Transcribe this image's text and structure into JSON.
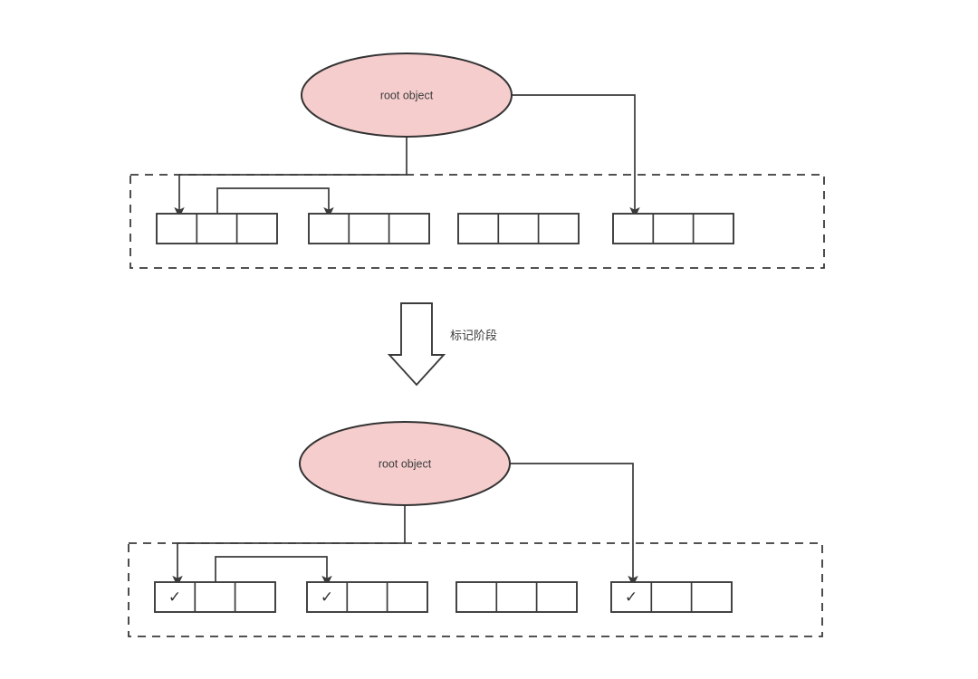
{
  "diagram": {
    "title": "",
    "background": "#ffffff",
    "palette": {
      "ellipse_fill": "#f6cdcd",
      "ellipse_stroke": "#333333",
      "box_stroke": "#3a3a3a",
      "dashed_stroke": "#3a3a3a",
      "connector_stroke": "#3a3a3a",
      "text": "#3d3d3d",
      "check_color": "#2f2f2f"
    },
    "phase_arrow": {
      "label": "标记阶段",
      "icon": "down-block-arrow-icon"
    },
    "stages": [
      {
        "id": "before-mark",
        "root": {
          "label": "root object"
        },
        "heap": {
          "name": "heap-region",
          "groups": [
            {
              "id": "g1",
              "cells": [
                {
                  "mark": ""
                },
                {
                  "mark": ""
                },
                {
                  "mark": ""
                }
              ]
            },
            {
              "id": "g2",
              "cells": [
                {
                  "mark": ""
                },
                {
                  "mark": ""
                },
                {
                  "mark": ""
                }
              ]
            },
            {
              "id": "g3",
              "cells": [
                {
                  "mark": ""
                },
                {
                  "mark": ""
                },
                {
                  "mark": ""
                }
              ]
            },
            {
              "id": "g4",
              "cells": [
                {
                  "mark": ""
                },
                {
                  "mark": ""
                },
                {
                  "mark": ""
                }
              ]
            }
          ]
        }
      },
      {
        "id": "after-mark",
        "root": {
          "label": "root object"
        },
        "heap": {
          "name": "heap-region",
          "groups": [
            {
              "id": "g1",
              "cells": [
                {
                  "mark": "✓"
                },
                {
                  "mark": ""
                },
                {
                  "mark": ""
                }
              ]
            },
            {
              "id": "g2",
              "cells": [
                {
                  "mark": "✓"
                },
                {
                  "mark": ""
                },
                {
                  "mark": ""
                }
              ]
            },
            {
              "id": "g3",
              "cells": [
                {
                  "mark": ""
                },
                {
                  "mark": ""
                },
                {
                  "mark": ""
                }
              ]
            },
            {
              "id": "g4",
              "cells": [
                {
                  "mark": "✓"
                },
                {
                  "mark": ""
                },
                {
                  "mark": ""
                }
              ]
            }
          ]
        }
      }
    ]
  }
}
